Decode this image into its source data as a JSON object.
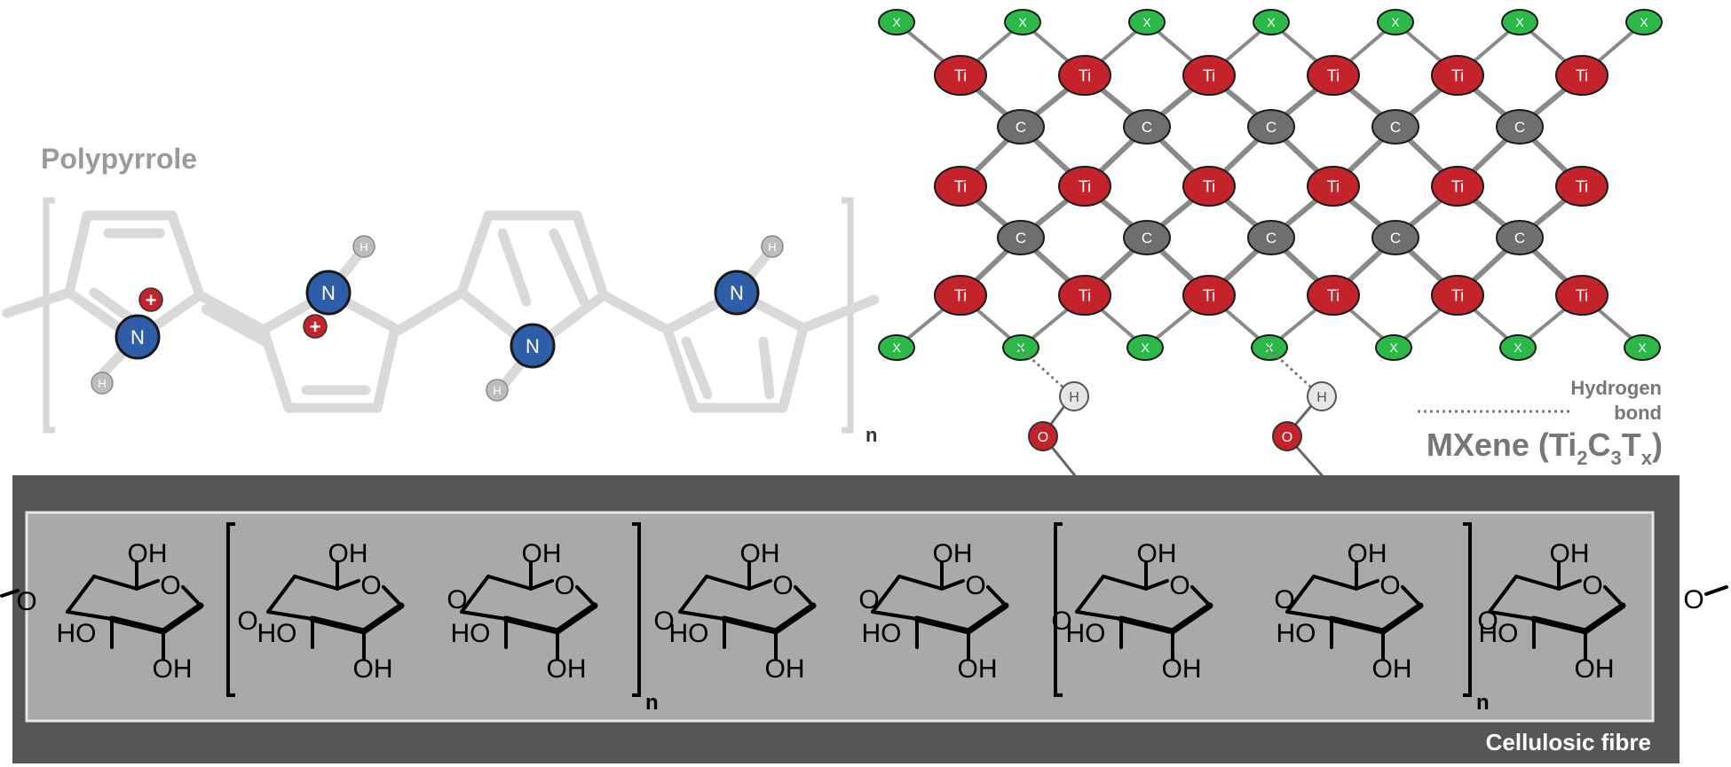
{
  "polypyrrole": {
    "title": "Polypyrrole",
    "n_label": "n",
    "atom_N": "N",
    "atom_H": "H",
    "charge": "+"
  },
  "mxene": {
    "label_main": "MXene (Ti",
    "sub_2": "2",
    "label_C": "C",
    "sub_3": "3",
    "label_T": "T",
    "sub_x": "x",
    "label_close": ")",
    "atom_Ti": "Ti",
    "atom_C": "C",
    "atom_X": "X",
    "atom_H": "H",
    "atom_O": "O"
  },
  "legend": {
    "hydrogen_line1": "Hydrogen",
    "hydrogen_line2": "bond"
  },
  "cellulose": {
    "label": "Cellulosic fibre",
    "group_OH": "OH",
    "group_HO": "HO",
    "atom_O": "O",
    "n_label": "n"
  },
  "colors": {
    "nitrogen": "#2f5ea8",
    "titanium": "#c3232b",
    "carbon": "#6f6f6f",
    "x_group": "#2db84a",
    "hydrogen": "#bdbdbd",
    "oxygen": "#c3232b",
    "frame": "#565656",
    "panel": "#a9a9a9",
    "pyrrole_bond": "#d9d9d9"
  }
}
